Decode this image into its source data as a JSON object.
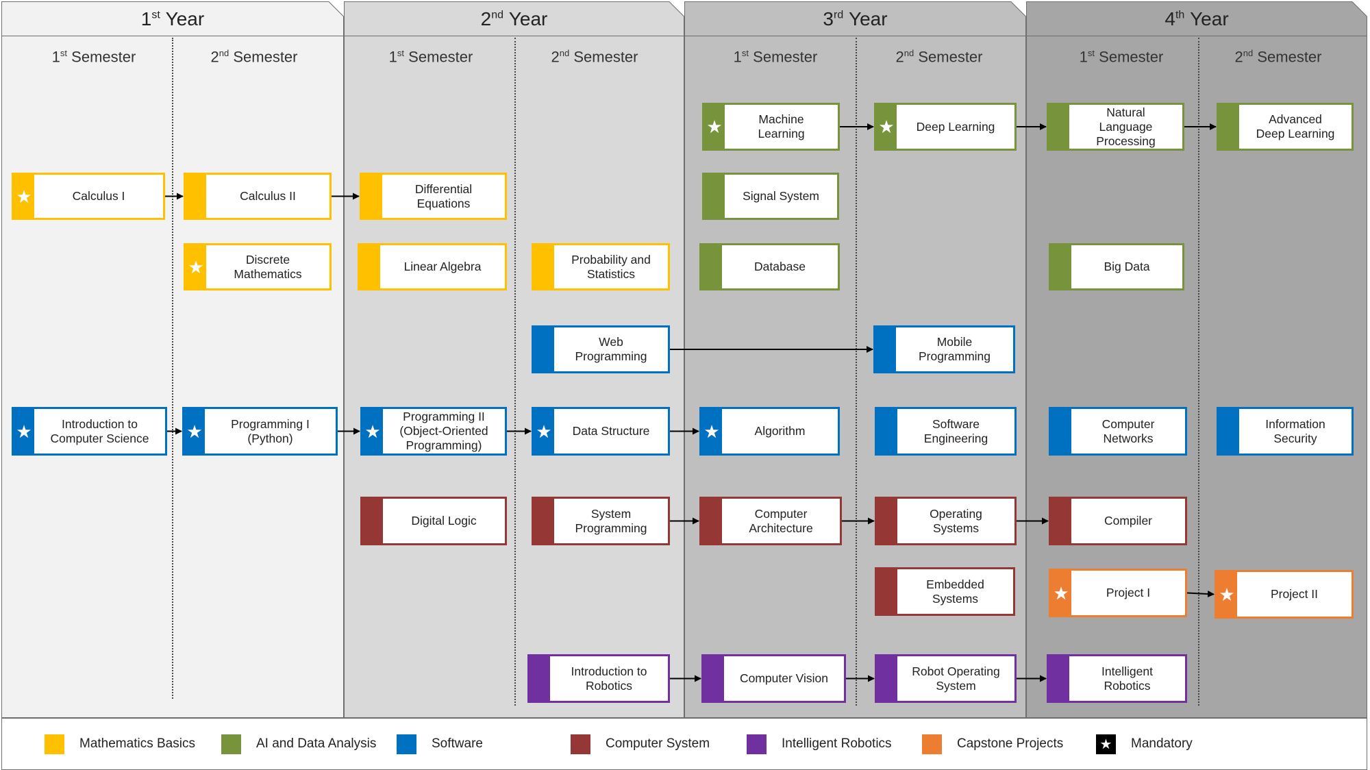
{
  "colors": {
    "math": "#FFC000",
    "ai": "#77933C",
    "sw": "#0070C0",
    "sys": "#953735",
    "robot": "#7030A0",
    "cap": "#ED7D31",
    "mandatory": "#000000"
  },
  "years": [
    {
      "num": "1",
      "sup": "st",
      "word": "Year",
      "fill": "#f2f2f2",
      "semesters": [
        {
          "num": "1",
          "sup": "st",
          "word": "Semester"
        },
        {
          "num": "2",
          "sup": "nd",
          "word": "Semester"
        }
      ]
    },
    {
      "num": "2",
      "sup": "nd",
      "word": "Year",
      "fill": "#d9d9d9",
      "semesters": [
        {
          "num": "1",
          "sup": "st",
          "word": "Semester"
        },
        {
          "num": "2",
          "sup": "nd",
          "word": "Semester"
        }
      ]
    },
    {
      "num": "3",
      "sup": "rd",
      "word": "Year",
      "fill": "#bfbfbf",
      "semesters": [
        {
          "num": "1",
          "sup": "st",
          "word": "Semester"
        },
        {
          "num": "2",
          "sup": "nd",
          "word": "Semester"
        }
      ]
    },
    {
      "num": "4",
      "sup": "th",
      "word": "Year",
      "fill": "#a6a6a6",
      "semesters": [
        {
          "num": "1",
          "sup": "st",
          "word": "Semester"
        },
        {
          "num": "2",
          "sup": "nd",
          "word": "Semester"
        }
      ]
    }
  ],
  "courses": [
    {
      "id": "calc1",
      "label": "Calculus I",
      "cat": "math",
      "mandatory": true
    },
    {
      "id": "calc2",
      "label": "Calculus II",
      "cat": "math",
      "mandatory": false
    },
    {
      "id": "diffeq",
      "label": "Differential\nEquations",
      "cat": "math",
      "mandatory": false
    },
    {
      "id": "discrete",
      "label": "Discrete\nMathematics",
      "cat": "math",
      "mandatory": true
    },
    {
      "id": "linalg",
      "label": "Linear Algebra",
      "cat": "math",
      "mandatory": false
    },
    {
      "id": "prob",
      "label": "Probability and\nStatistics",
      "cat": "math",
      "mandatory": false
    },
    {
      "id": "ml",
      "label": "Machine\nLearning",
      "cat": "ai",
      "mandatory": true
    },
    {
      "id": "dl",
      "label": "Deep Learning",
      "cat": "ai",
      "mandatory": true
    },
    {
      "id": "nlp",
      "label": "Natural\nLanguage\nProcessing",
      "cat": "ai",
      "mandatory": false
    },
    {
      "id": "adl",
      "label": "Advanced\nDeep Learning",
      "cat": "ai",
      "mandatory": false
    },
    {
      "id": "signal",
      "label": "Signal System",
      "cat": "ai",
      "mandatory": false
    },
    {
      "id": "db",
      "label": "Database",
      "cat": "ai",
      "mandatory": false
    },
    {
      "id": "bigdata",
      "label": "Big Data",
      "cat": "ai",
      "mandatory": false
    },
    {
      "id": "web",
      "label": "Web\nProgramming",
      "cat": "sw",
      "mandatory": false
    },
    {
      "id": "mobile",
      "label": "Mobile\nProgramming",
      "cat": "sw",
      "mandatory": false
    },
    {
      "id": "introcs",
      "label": "Introduction to\nComputer Science",
      "cat": "sw",
      "mandatory": true
    },
    {
      "id": "prog1",
      "label": "Programming I\n(Python)",
      "cat": "sw",
      "mandatory": true
    },
    {
      "id": "prog2",
      "label": "Programming II\n(Object-Oriented\nProgramming)",
      "cat": "sw",
      "mandatory": true
    },
    {
      "id": "ds",
      "label": "Data Structure",
      "cat": "sw",
      "mandatory": true
    },
    {
      "id": "algo",
      "label": "Algorithm",
      "cat": "sw",
      "mandatory": true
    },
    {
      "id": "se",
      "label": "Software\nEngineering",
      "cat": "sw",
      "mandatory": false
    },
    {
      "id": "net",
      "label": "Computer\nNetworks",
      "cat": "sw",
      "mandatory": false
    },
    {
      "id": "infosec",
      "label": "Information\nSecurity",
      "cat": "sw",
      "mandatory": false
    },
    {
      "id": "dlogic",
      "label": "Digital Logic",
      "cat": "sys",
      "mandatory": false
    },
    {
      "id": "sysprog",
      "label": "System\nProgramming",
      "cat": "sys",
      "mandatory": false
    },
    {
      "id": "arch",
      "label": "Computer\nArchitecture",
      "cat": "sys",
      "mandatory": false
    },
    {
      "id": "os",
      "label": "Operating\nSystems",
      "cat": "sys",
      "mandatory": false
    },
    {
      "id": "compiler",
      "label": "Compiler",
      "cat": "sys",
      "mandatory": false
    },
    {
      "id": "embedded",
      "label": "Embedded\nSystems",
      "cat": "sys",
      "mandatory": false
    },
    {
      "id": "proj1",
      "label": "Project I",
      "cat": "cap",
      "mandatory": true
    },
    {
      "id": "proj2",
      "label": "Project II",
      "cat": "cap",
      "mandatory": true
    },
    {
      "id": "introrob",
      "label": "Introduction to\nRobotics",
      "cat": "robot",
      "mandatory": false
    },
    {
      "id": "cv",
      "label": "Computer Vision",
      "cat": "robot",
      "mandatory": false
    },
    {
      "id": "ros",
      "label": "Robot Operating\nSystem",
      "cat": "robot",
      "mandatory": false
    },
    {
      "id": "introbotics",
      "label": "Intelligent\nRobotics",
      "cat": "robot",
      "mandatory": false
    }
  ],
  "arrows": [
    [
      "calc1",
      "calc2"
    ],
    [
      "calc2",
      "diffeq"
    ],
    [
      "introcs",
      "prog1"
    ],
    [
      "prog1",
      "prog2"
    ],
    [
      "prog2",
      "ds"
    ],
    [
      "ds",
      "algo"
    ],
    [
      "ml",
      "dl"
    ],
    [
      "dl",
      "nlp"
    ],
    [
      "nlp",
      "adl"
    ],
    [
      "web",
      "mobile"
    ],
    [
      "sysprog",
      "arch"
    ],
    [
      "arch",
      "os"
    ],
    [
      "os",
      "compiler"
    ],
    [
      "proj1",
      "proj2"
    ],
    [
      "introrob",
      "cv"
    ],
    [
      "cv",
      "ros"
    ],
    [
      "ros",
      "introbotics"
    ]
  ],
  "legend": [
    {
      "key": "math",
      "label": "Mathematics Basics"
    },
    {
      "key": "ai",
      "label": "AI and Data Analysis"
    },
    {
      "key": "sw",
      "label": "Software"
    },
    {
      "key": "sys",
      "label": "Computer System"
    },
    {
      "key": "robot",
      "label": "Intelligent Robotics"
    },
    {
      "key": "cap",
      "label": "Capstone Projects"
    },
    {
      "key": "mandatory",
      "label": "Mandatory",
      "star": true
    }
  ]
}
